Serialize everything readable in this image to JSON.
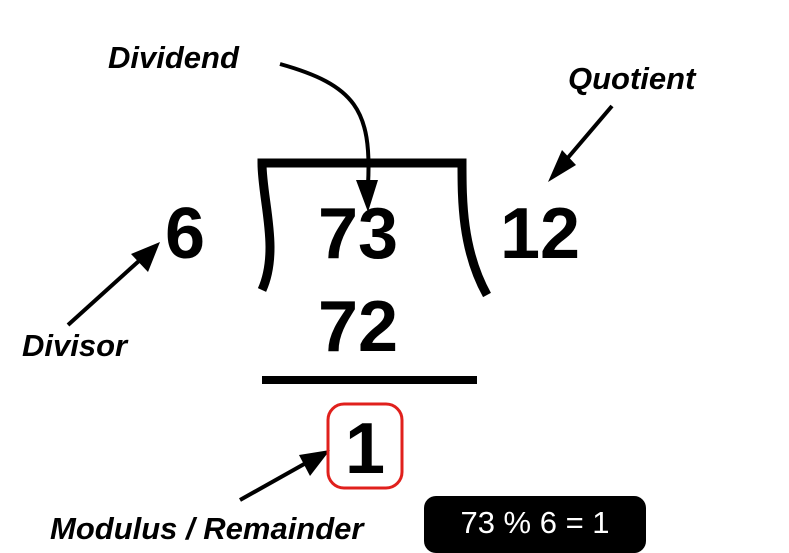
{
  "labels": {
    "dividend": "Dividend",
    "quotient": "Quotient",
    "divisor": "Divisor",
    "remainder": "Modulus / Remainder"
  },
  "division": {
    "divisor": "6",
    "dividend": "73",
    "quotient": "12",
    "product": "72",
    "remainder": "1"
  },
  "formula": "73 % 6 = 1",
  "colors": {
    "remainder_highlight": "#e0201c",
    "formula_bg": "#000000",
    "formula_text": "#ffffff"
  }
}
